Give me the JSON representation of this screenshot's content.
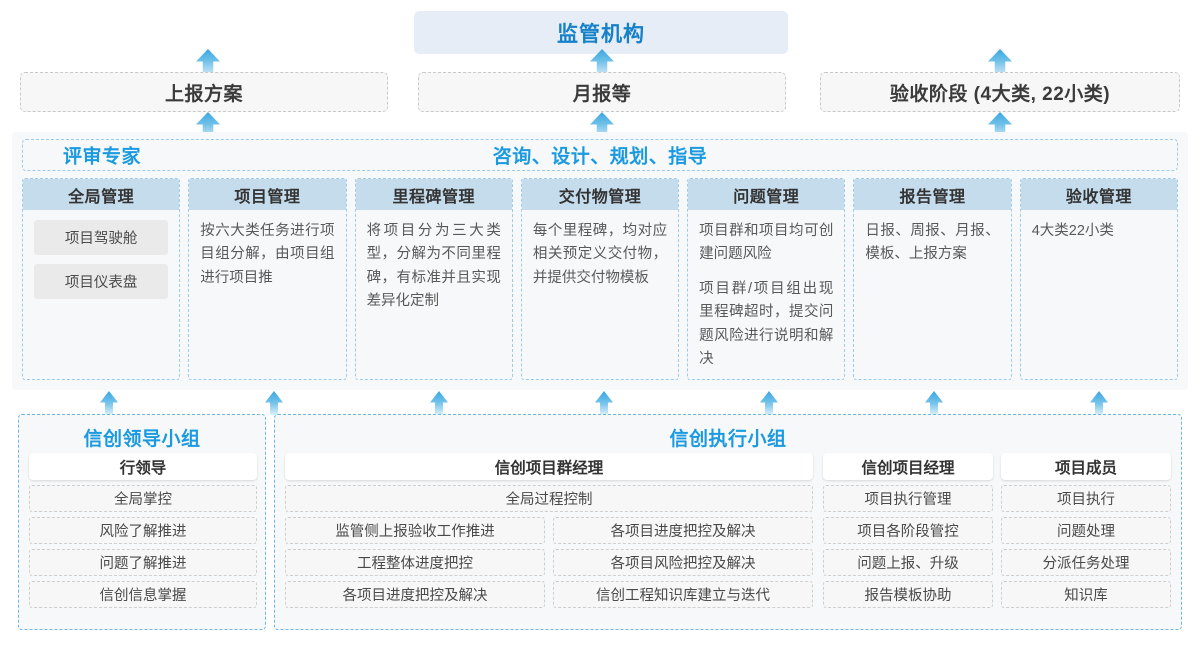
{
  "top": {
    "title": "监管机构"
  },
  "report_row": [
    {
      "label": "上报方案"
    },
    {
      "label": "月报等"
    },
    {
      "label": "验收阶段 (4大类, 22小类)"
    }
  ],
  "mid": {
    "label_left": "评审专家",
    "label_center": "咨询、设计、规划、指导",
    "cards": [
      {
        "title": "全局管理",
        "pills": [
          "项目驾驶舱",
          "项目仪表盘"
        ],
        "paragraphs": []
      },
      {
        "title": "项目管理",
        "pills": [],
        "paragraphs": [
          "按六大类任务进行项目组分解，由项目组进行项目推"
        ]
      },
      {
        "title": "里程碑管理",
        "pills": [],
        "paragraphs": [
          "将项目分为三大类型，分解为不同里程碑，有标准并且实现差异化定制"
        ]
      },
      {
        "title": "交付物管理",
        "pills": [],
        "paragraphs": [
          "每个里程碑，均对应相关预定义交付物，并提供交付物模板"
        ]
      },
      {
        "title": "问题管理",
        "pills": [],
        "paragraphs": [
          "项目群和项目均可创建问题风险",
          "项目群/项目组出现里程碑超时，提交问题风险进行说明和解决"
        ]
      },
      {
        "title": "报告管理",
        "pills": [],
        "paragraphs": [
          "日报、周报、月报、模板、上报方案"
        ]
      },
      {
        "title": "验收管理",
        "pills": [],
        "paragraphs": [
          "4大类22小类"
        ]
      }
    ]
  },
  "bottom": {
    "lead_group": {
      "title": "信创领导小组",
      "role": "行领导",
      "items": [
        "全局掌控",
        "风险了解推进",
        "问题了解推进",
        "信创信息掌握"
      ]
    },
    "exec_group": {
      "title": "信创执行小组",
      "program_manager": {
        "role": "信创项目群经理",
        "full_item": "全局过程控制",
        "left_items": [
          "监管侧上报验收工作推进",
          "工程整体进度把控",
          "各项目进度把控及解决"
        ],
        "right_items": [
          "各项目进度把控及解决",
          "各项目风险把控及解决",
          "信创工程知识库建立与迭代"
        ]
      },
      "project_manager": {
        "role": "信创项目经理",
        "items": [
          "项目执行管理",
          "项目各阶段管控",
          "问题上报、升级",
          "报告模板协助"
        ]
      },
      "project_member": {
        "role": "项目成员",
        "items": [
          "项目执行",
          "问题处理",
          "分派任务处理",
          "知识库"
        ]
      }
    }
  },
  "colors": {
    "accent": "#1b9ae0",
    "title_bg": "#e7edf6",
    "card_head_bg": "#c4dcec",
    "dashed_blue": "#9ecbe8",
    "dashed_gray": "#c9c9c9",
    "panel_bg": "#f7f8f9"
  }
}
